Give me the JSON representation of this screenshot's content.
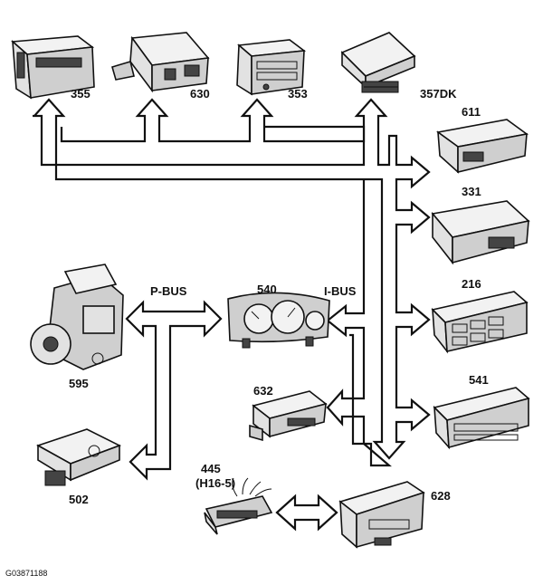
{
  "figure_code": "G03871188",
  "buses": {
    "p_bus": "P-BUS",
    "i_bus": "I-BUS"
  },
  "modules": {
    "m355": "355",
    "m630": "630",
    "m353": "353",
    "m357": "357DK",
    "m611": "611",
    "m331": "331",
    "m216": "216",
    "m540": "540",
    "m595": "595",
    "m632": "632",
    "m541": "541",
    "m502": "502",
    "m445": "445",
    "m445_sub": "(H16-5)",
    "m628": "628"
  }
}
